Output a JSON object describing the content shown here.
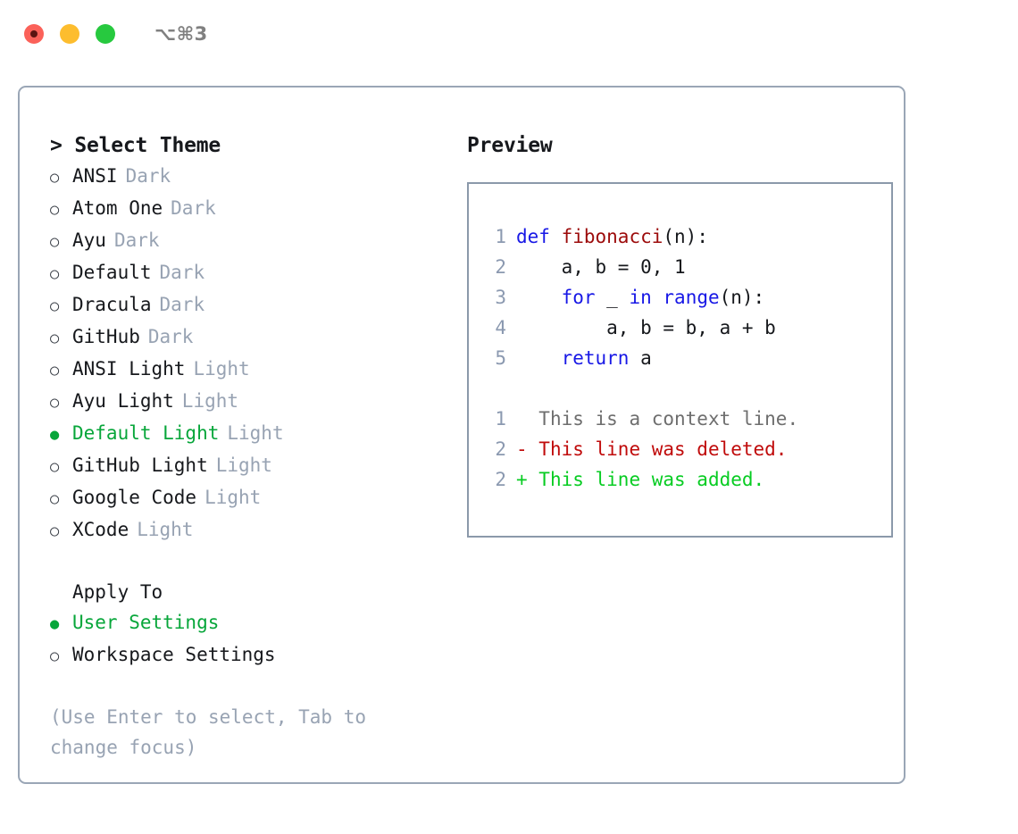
{
  "window": {
    "shortcut": "⌥⌘3",
    "traffic_lights": [
      {
        "name": "close",
        "color": "#fb6159"
      },
      {
        "name": "minimize",
        "color": "#fdbd2e"
      },
      {
        "name": "maximize",
        "color": "#27c93f"
      }
    ]
  },
  "colors": {
    "accent_green": "#07a63a",
    "border": "#9aa6b6",
    "muted": "#98a3b3",
    "keyword_blue": "#1818e6",
    "function_red": "#9c0b0b",
    "diff_delete": "#c00b0b",
    "diff_add": "#07cc22"
  },
  "theme_picker": {
    "prompt": ">",
    "title": "Select Theme",
    "bullet_unselected": "○",
    "bullet_selected": "●",
    "items": [
      {
        "label": "ANSI",
        "tag": "Dark",
        "selected": false
      },
      {
        "label": "Atom One",
        "tag": "Dark",
        "selected": false
      },
      {
        "label": "Ayu",
        "tag": "Dark",
        "selected": false
      },
      {
        "label": "Default",
        "tag": "Dark",
        "selected": false
      },
      {
        "label": "Dracula",
        "tag": "Dark",
        "selected": false
      },
      {
        "label": "GitHub",
        "tag": "Dark",
        "selected": false
      },
      {
        "label": "ANSI Light",
        "tag": "Light",
        "selected": false
      },
      {
        "label": "Ayu Light",
        "tag": "Light",
        "selected": false
      },
      {
        "label": "Default Light",
        "tag": "Light",
        "selected": true
      },
      {
        "label": "GitHub Light",
        "tag": "Light",
        "selected": false
      },
      {
        "label": "Google Code",
        "tag": "Light",
        "selected": false
      },
      {
        "label": "XCode",
        "tag": "Light",
        "selected": false
      }
    ]
  },
  "apply_to": {
    "header": "Apply To",
    "items": [
      {
        "label": "User Settings",
        "selected": true
      },
      {
        "label": "Workspace Settings",
        "selected": false
      }
    ]
  },
  "hint": "(Use Enter to select, Tab to change focus)",
  "preview": {
    "title": "Preview",
    "code_lines": [
      {
        "num": "1",
        "tokens": [
          {
            "t": "def",
            "c": "kw"
          },
          {
            "t": " ",
            "c": "plain"
          },
          {
            "t": "fibonacci",
            "c": "fn"
          },
          {
            "t": "(n):",
            "c": "plain"
          }
        ]
      },
      {
        "num": "2",
        "tokens": [
          {
            "t": "    a, b = 0, 1",
            "c": "plain"
          }
        ]
      },
      {
        "num": "3",
        "tokens": [
          {
            "t": "    ",
            "c": "plain"
          },
          {
            "t": "for",
            "c": "kw"
          },
          {
            "t": " _ ",
            "c": "plain"
          },
          {
            "t": "in",
            "c": "kw"
          },
          {
            "t": " ",
            "c": "plain"
          },
          {
            "t": "range",
            "c": "kw"
          },
          {
            "t": "(n):",
            "c": "plain"
          }
        ]
      },
      {
        "num": "4",
        "tokens": [
          {
            "t": "        a, b = b, a + b",
            "c": "plain"
          }
        ]
      },
      {
        "num": "5",
        "tokens": [
          {
            "t": "    ",
            "c": "plain"
          },
          {
            "t": "return",
            "c": "kw"
          },
          {
            "t": " a",
            "c": "plain"
          }
        ]
      }
    ],
    "diff_lines": [
      {
        "num": "1",
        "marker": " ",
        "text": " This is a context line.",
        "kind": "ctx"
      },
      {
        "num": "2",
        "marker": "-",
        "text": " This line was deleted.",
        "kind": "del"
      },
      {
        "num": "2",
        "marker": "+",
        "text": " This line was added.",
        "kind": "add"
      }
    ]
  }
}
